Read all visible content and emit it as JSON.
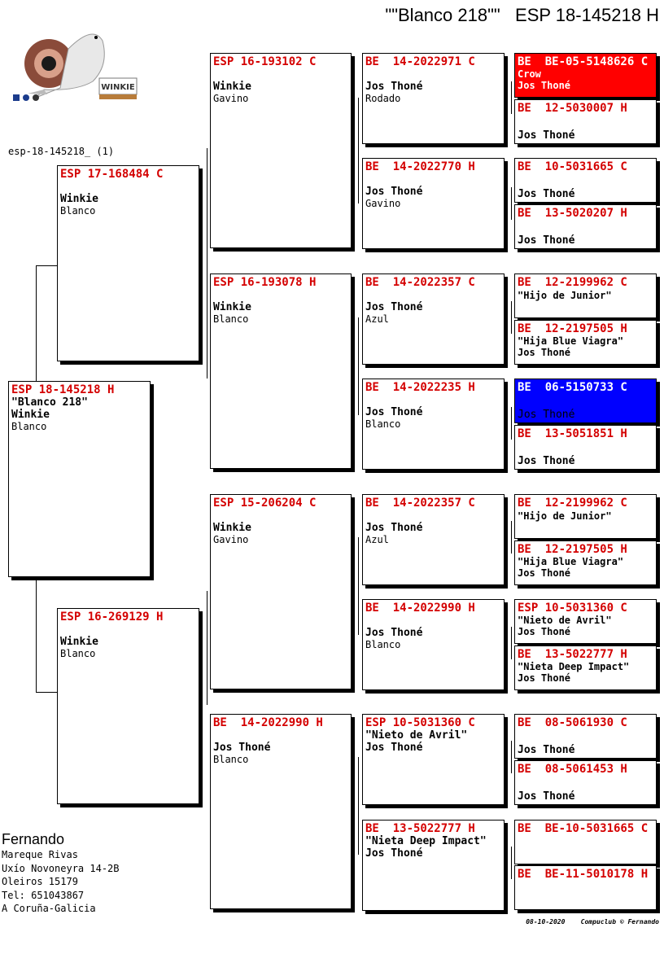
{
  "header": {
    "title": "\"\"Blanco 218\"\"   ESP 18-145218 H"
  },
  "file_ref": "esp-18-145218_ (1)",
  "logo": {
    "brand": "WINKIE"
  },
  "pigeons": [
    {
      "id": "g0",
      "ring": "ESP 18-145218 H",
      "name": "\"Blanco 218\"",
      "owner": "Winkie",
      "color": "Blanco",
      "bg": ""
    },
    {
      "id": "g1a",
      "ring": "ESP 17-168484 C",
      "name": "",
      "owner": "Winkie",
      "color": "Blanco",
      "bg": ""
    },
    {
      "id": "g1b",
      "ring": "ESP 16-269129 H",
      "name": "",
      "owner": "Winkie",
      "color": "Blanco",
      "bg": ""
    },
    {
      "id": "g2a",
      "ring": "ESP 16-193102 C",
      "name": "",
      "owner": "Winkie",
      "color": "Gavino",
      "bg": ""
    },
    {
      "id": "g2b",
      "ring": "ESP 16-193078 H",
      "name": "",
      "owner": "Winkie",
      "color": "Blanco",
      "bg": ""
    },
    {
      "id": "g2c",
      "ring": "ESP 15-206204 C",
      "name": "",
      "owner": "Winkie",
      "color": "Gavino",
      "bg": ""
    },
    {
      "id": "g2d",
      "ring": "BE  14-2022990 H",
      "name": "",
      "owner": "Jos Thoné",
      "color": "Blanco",
      "bg": ""
    },
    {
      "id": "g3a",
      "ring": "BE  14-2022971 C",
      "name": "",
      "owner": "Jos Thoné",
      "color": "Rodado",
      "bg": ""
    },
    {
      "id": "g3b",
      "ring": "BE  14-2022770 H",
      "name": "",
      "owner": "Jos Thoné",
      "color": "Gavino",
      "bg": ""
    },
    {
      "id": "g3c",
      "ring": "BE  14-2022357 C",
      "name": "",
      "owner": "Jos Thoné",
      "color": "Azul",
      "bg": ""
    },
    {
      "id": "g3d",
      "ring": "BE  14-2022235 H",
      "name": "",
      "owner": "Jos Thoné",
      "color": "Blanco",
      "bg": ""
    },
    {
      "id": "g3e",
      "ring": "BE  14-2022357 C",
      "name": "",
      "owner": "Jos Thoné",
      "color": "Azul",
      "bg": ""
    },
    {
      "id": "g3f",
      "ring": "BE  14-2022990 H",
      "name": "",
      "owner": "Jos Thoné",
      "color": "Blanco",
      "bg": ""
    },
    {
      "id": "g3g",
      "ring": "ESP 10-5031360 C",
      "name": "\"Nieto de Avril\"",
      "owner": "Jos Thoné",
      "color": "",
      "bg": ""
    },
    {
      "id": "g3h",
      "ring": "BE  13-5022777 H",
      "name": "\"Nieta Deep Impact\"",
      "owner": "Jos Thoné",
      "color": "",
      "bg": ""
    },
    {
      "id": "g4a",
      "ring": "BE  BE-05-5148626 C",
      "name": "Crow",
      "owner": "Jos Thoné",
      "color": "",
      "bg": "red"
    },
    {
      "id": "g4b",
      "ring": "BE  12-5030007 H",
      "name": "",
      "owner": "Jos Thoné",
      "color": "",
      "bg": ""
    },
    {
      "id": "g4c",
      "ring": "BE  10-5031665 C",
      "name": "",
      "owner": "Jos Thoné",
      "color": "",
      "bg": ""
    },
    {
      "id": "g4d",
      "ring": "BE  13-5020207 H",
      "name": "",
      "owner": "Jos Thoné",
      "color": "",
      "bg": ""
    },
    {
      "id": "g4e",
      "ring": "BE  12-2199962 C",
      "name": "\"Hijo de Junior\"",
      "owner": "",
      "color": "",
      "bg": ""
    },
    {
      "id": "g4f",
      "ring": "BE  12-2197505 H",
      "name": "\"Hija Blue Viagra\"",
      "owner": "Jos Thoné",
      "color": "",
      "bg": ""
    },
    {
      "id": "g4g",
      "ring": "BE  06-5150733 C",
      "name": "",
      "owner": "Jos Thoné",
      "color": "",
      "bg": "blue"
    },
    {
      "id": "g4h",
      "ring": "BE  13-5051851 H",
      "name": "",
      "owner": "Jos Thoné",
      "color": "",
      "bg": ""
    },
    {
      "id": "g4i",
      "ring": "BE  12-2199962 C",
      "name": "\"Hijo de Junior\"",
      "owner": "",
      "color": "",
      "bg": ""
    },
    {
      "id": "g4j",
      "ring": "BE  12-2197505 H",
      "name": "\"Hija Blue Viagra\"",
      "owner": "Jos Thoné",
      "color": "",
      "bg": ""
    },
    {
      "id": "g4k",
      "ring": "ESP 10-5031360 C",
      "name": "\"Nieto de Avril\"",
      "owner": "Jos Thoné",
      "color": "",
      "bg": ""
    },
    {
      "id": "g4l",
      "ring": "BE  13-5022777 H",
      "name": "\"Nieta Deep Impact\"",
      "owner": "Jos Thoné",
      "color": "",
      "bg": ""
    },
    {
      "id": "g4m",
      "ring": "BE  08-5061930 C",
      "name": "",
      "owner": "Jos Thoné",
      "color": "",
      "bg": ""
    },
    {
      "id": "g4n",
      "ring": "BE  08-5061453 H",
      "name": "",
      "owner": "Jos Thoné",
      "color": "",
      "bg": ""
    },
    {
      "id": "g4o",
      "ring": "BE  BE-10-5031665 C",
      "name": "",
      "owner": "",
      "color": "",
      "bg": ""
    },
    {
      "id": "g4p",
      "ring": "BE  BE-11-5010178 H",
      "name": "",
      "owner": "",
      "color": "",
      "bg": ""
    }
  ],
  "breeder": {
    "name": "Fernando",
    "surname": "Mareque Rivas",
    "street": "Uxío Novoneyra 14-2B",
    "city": "Oleiros 15179",
    "phone": "Tel: 651043867",
    "region": "A Coruña-Galicia"
  },
  "footer": {
    "date": "08-10-2020",
    "credit": "Compuclub © Fernando"
  }
}
